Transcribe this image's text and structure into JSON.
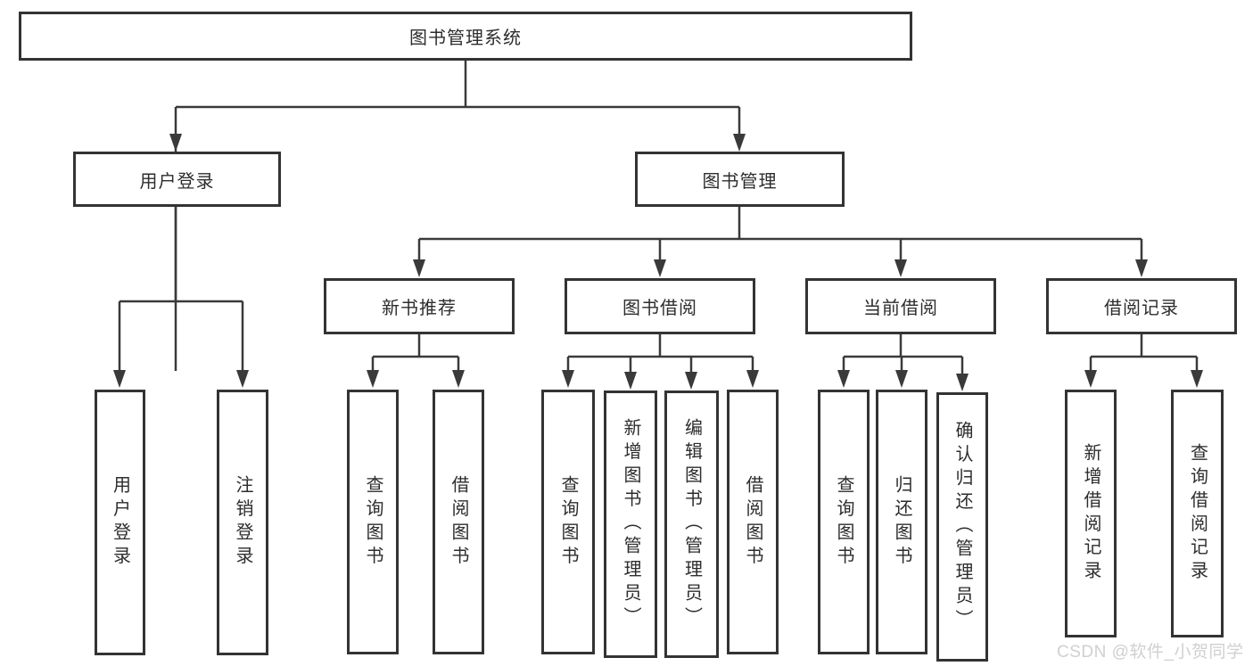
{
  "diagram": {
    "title": "图书管理系统",
    "level2": [
      {
        "label": "用户登录"
      },
      {
        "label": "图书管理"
      }
    ],
    "level3": [
      {
        "label": "新书推荐"
      },
      {
        "label": "图书借阅"
      },
      {
        "label": "当前借阅"
      },
      {
        "label": "借阅记录"
      }
    ],
    "leaves": {
      "user_login": [
        {
          "label": "用户登录"
        },
        {
          "label": "注销登录"
        }
      ],
      "new_book_recommend": [
        {
          "label": "查询图书"
        },
        {
          "label": "借阅图书"
        }
      ],
      "book_borrow": [
        {
          "label": "查询图书"
        },
        {
          "label": "新增图书（管理员）"
        },
        {
          "label": "编辑图书（管理员）"
        },
        {
          "label": "借阅图书"
        }
      ],
      "current_borrow": [
        {
          "label": "查询图书"
        },
        {
          "label": "归还图书"
        },
        {
          "label": "确认归还（管理员）"
        }
      ],
      "borrow_records": [
        {
          "label": "新增借阅记录"
        },
        {
          "label": "查询借阅记录"
        }
      ]
    },
    "watermark": "CSDN @软件_小贺同学",
    "colors": {
      "line": "#3a3a3a",
      "border": "#333333",
      "text": "#2d2d2d",
      "watermark": "#cdcdcd",
      "background": "#ffffff"
    }
  }
}
